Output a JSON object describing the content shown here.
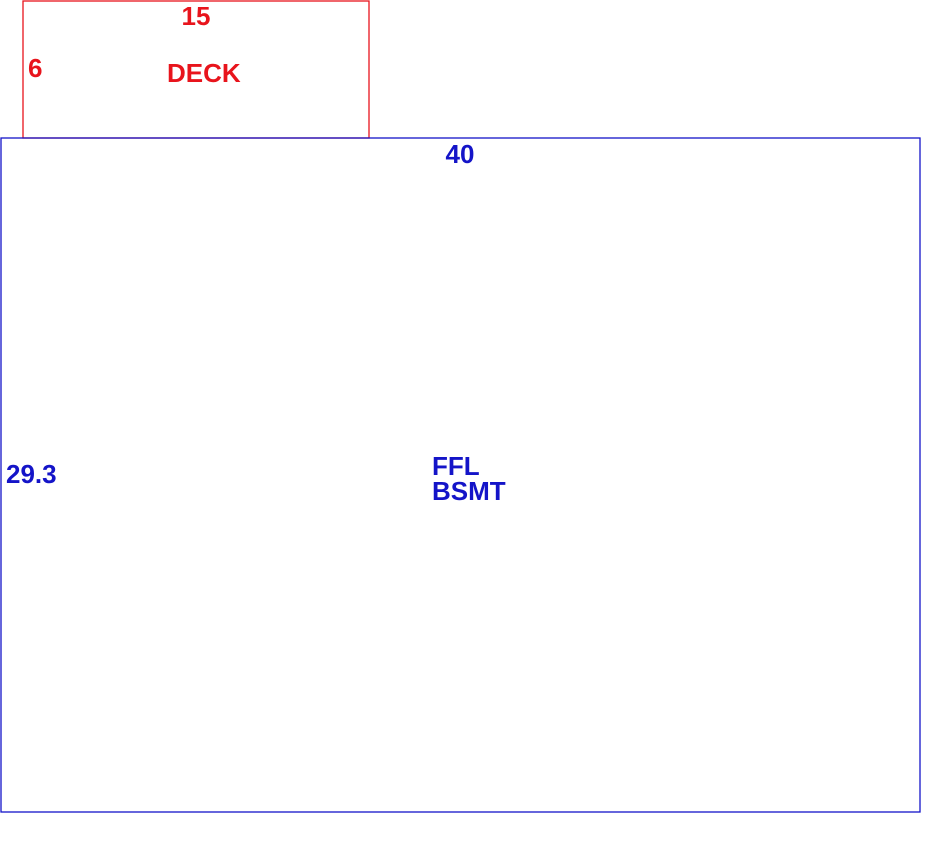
{
  "colors": {
    "background": "#ffffff",
    "deck": "#e8141c",
    "basement": "#1414c8"
  },
  "deck": {
    "label": "DECK",
    "width_label": "15",
    "depth_label": "6",
    "width_ft": 15,
    "depth_ft": 6
  },
  "basement": {
    "label_line1": "FFL",
    "label_line2": "BSMT",
    "width_label": "40",
    "depth_label": "29.3",
    "width_ft": 40,
    "depth_ft": 29.3
  }
}
